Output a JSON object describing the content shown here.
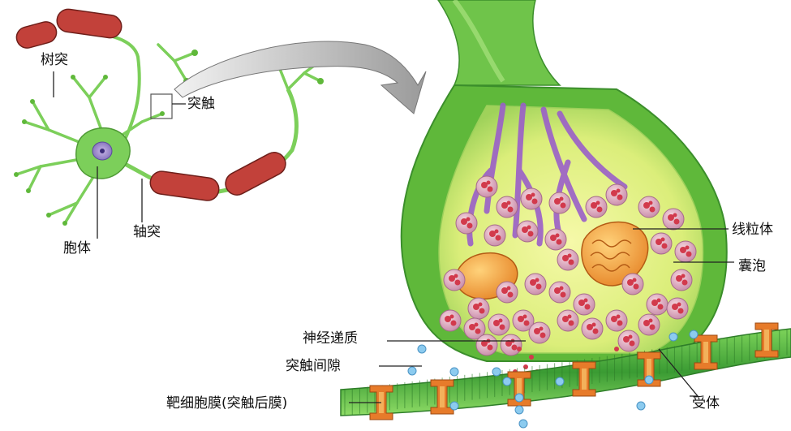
{
  "labels": {
    "dendrite": "树突",
    "synapse": "突触",
    "soma": "胞体",
    "axon": "轴突",
    "mitochondria": "线粒体",
    "vesicle": "囊泡",
    "neurotransmitter": "神经递质",
    "synaptic_cleft": "突触间隙",
    "target_membrane": "靶细胞膜(突触后膜)",
    "receptor": "受体"
  },
  "colors": {
    "neuron_green": "#7ccf5a",
    "myelin_red": "#c2413a",
    "terminal_yellow": "#e9f27a",
    "terminal_green": "#5fb83a",
    "vesicle_pink": "#e7a7b3",
    "vesicle_core": "#d23a4c",
    "axon_purple": "#9a5fc9",
    "mito_orange": "#f0a73a",
    "membrane_green": "#3fa23a",
    "receptor_orange": "#e77b2a",
    "particle_blue": "#8ccbef"
  }
}
